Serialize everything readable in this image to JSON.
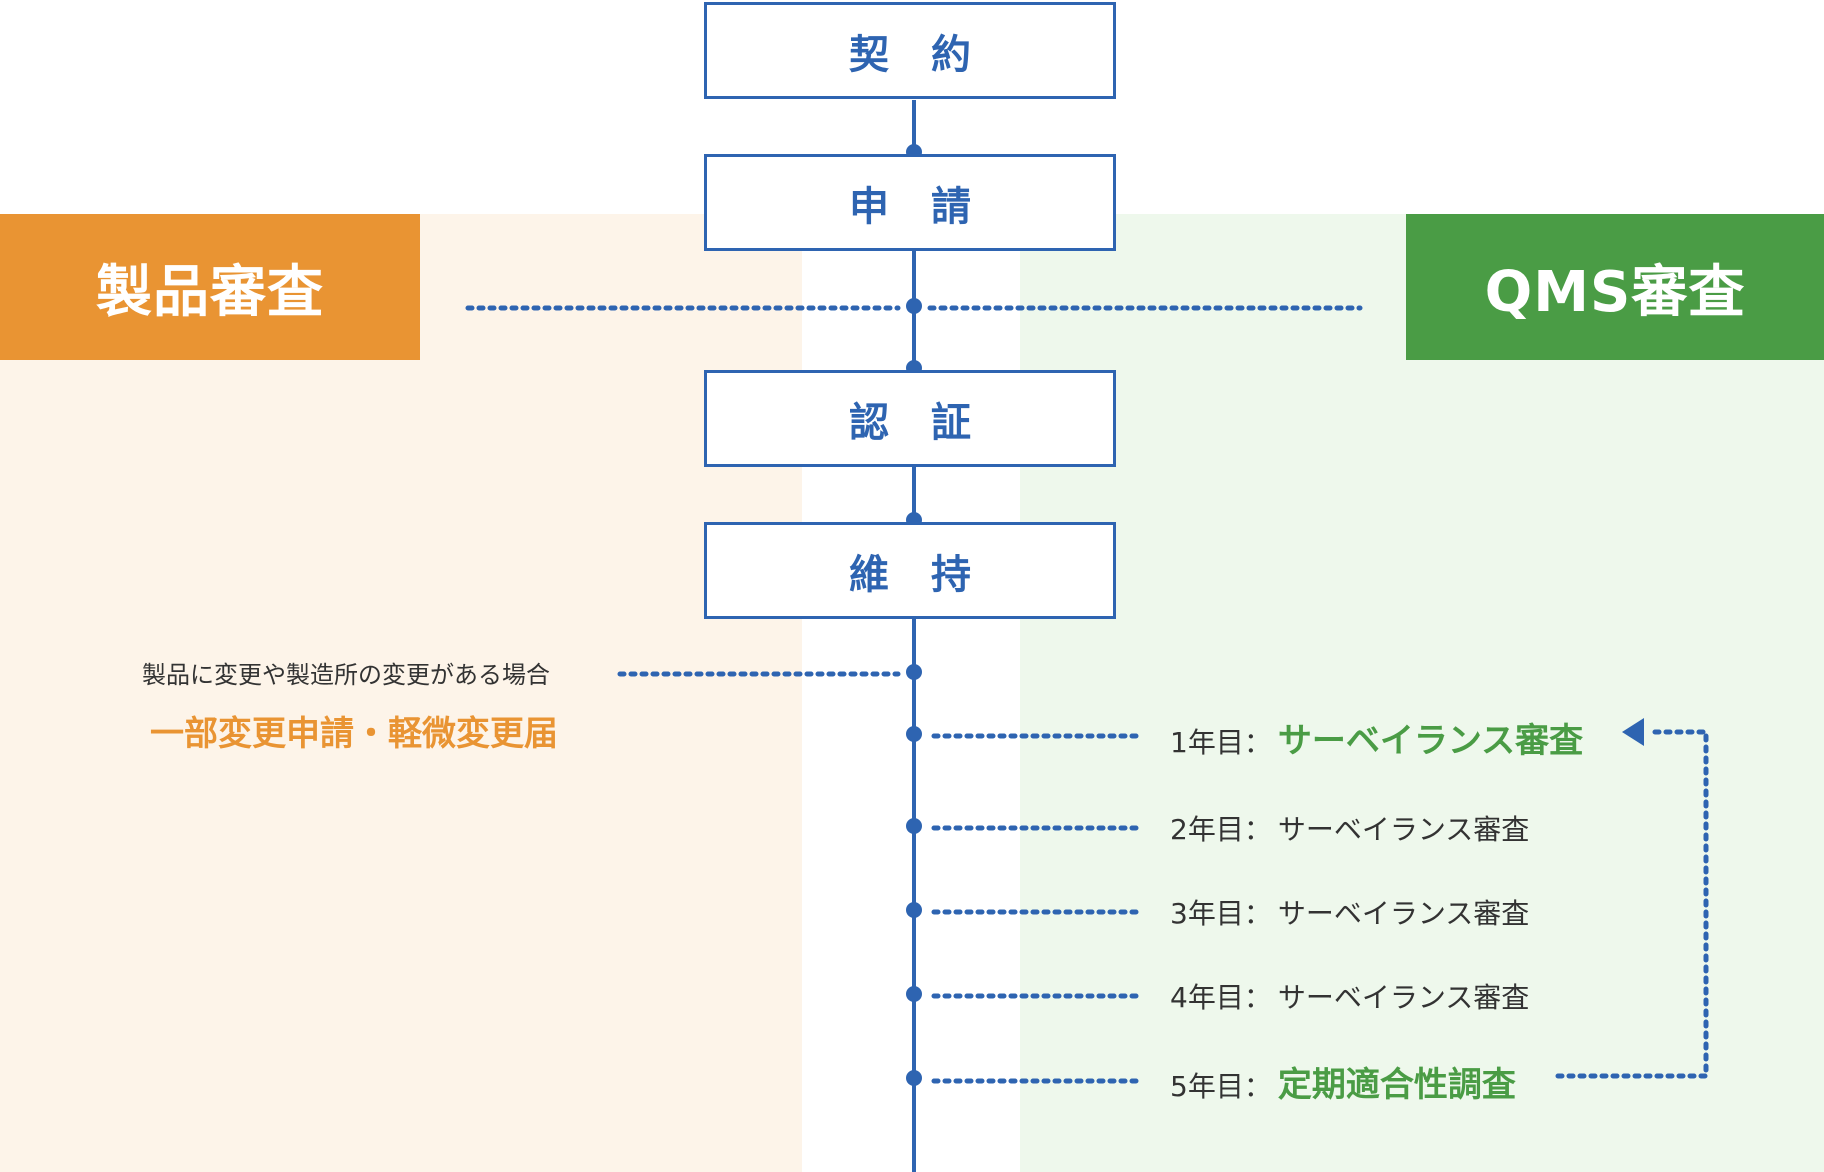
{
  "colors": {
    "blue": "#2e64b1",
    "orange": "#e99433",
    "green": "#4a9c45",
    "bg_orange": "#fdf4e9",
    "bg_green": "#eef8ec"
  },
  "headers": {
    "left": "製品審査",
    "right": "QMS審査"
  },
  "steps": [
    "契 約",
    "申 請",
    "認 証",
    "維 持"
  ],
  "change_note": {
    "condition": "製品に変更や製造所の変更がある場合",
    "action": "一部変更申請・軽微変更届"
  },
  "years": [
    {
      "label": "1年目：",
      "activity": "サーベイランス審査",
      "highlight": true
    },
    {
      "label": "2年目：",
      "activity": "サーベイランス審査",
      "highlight": false
    },
    {
      "label": "3年目：",
      "activity": "サーベイランス審査",
      "highlight": false
    },
    {
      "label": "4年目：",
      "activity": "サーベイランス審査",
      "highlight": false
    },
    {
      "label": "5年目：",
      "activity": "定期適合性調査",
      "highlight": true
    }
  ]
}
